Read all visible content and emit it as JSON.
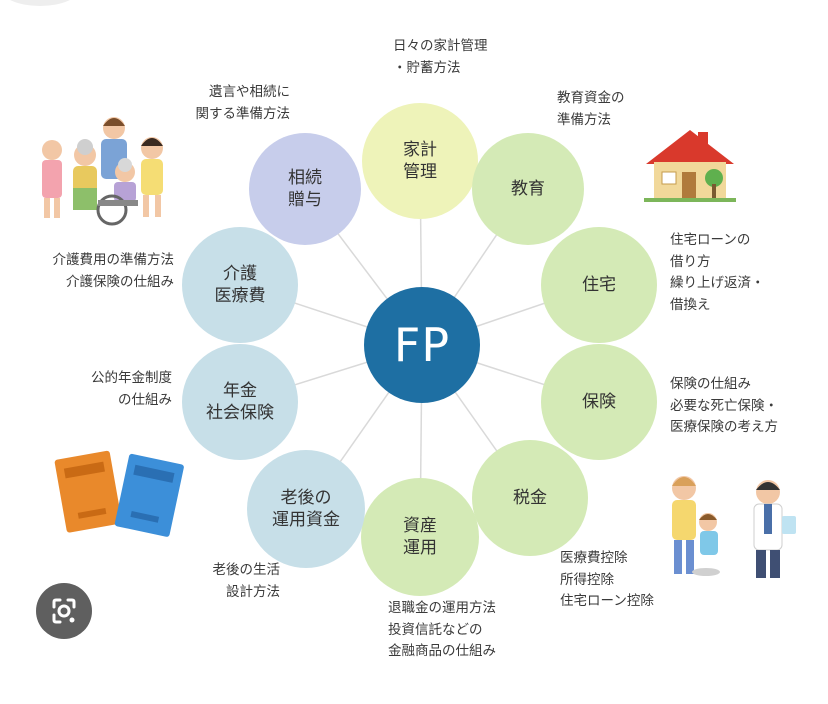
{
  "center": {
    "label": "FP",
    "color": "#1e6fa3"
  },
  "nodes": [
    {
      "id": "kakei",
      "label": "家計\n管理",
      "color": "#eef3b9"
    },
    {
      "id": "kyoiku",
      "label": "教育",
      "color": "#d4eab6"
    },
    {
      "id": "jutaku",
      "label": "住宅",
      "color": "#d4eab6"
    },
    {
      "id": "hoken",
      "label": "保険",
      "color": "#d4eab6"
    },
    {
      "id": "zeikin",
      "label": "税金",
      "color": "#d4eab6"
    },
    {
      "id": "shisan",
      "label": "資産\n運用",
      "color": "#d4eab6"
    },
    {
      "id": "rogo",
      "label": "老後の\n運用資金",
      "color": "#c7dfe8"
    },
    {
      "id": "nenkin",
      "label": "年金\n社会保険",
      "color": "#c7dfe8"
    },
    {
      "id": "kaigo",
      "label": "介護\n医療費",
      "color": "#c7dfe8"
    },
    {
      "id": "sozoku",
      "label": "相続\n贈与",
      "color": "#c7cdeb"
    }
  ],
  "notes": {
    "kakei": "日々の家計管理\n・貯蓄方法",
    "kyoiku": "教育資金の\n準備方法",
    "jutaku": "住宅ローンの\n借り方\n繰り上げ返済・\n借換え",
    "hoken": "保険の仕組み\n必要な死亡保険・\n医療保険の考え方",
    "zeikin": "医療費控除\n所得控除\n住宅ローン控除",
    "shisan": "退職金の運用方法\n投資信託などの\n金融商品の仕組み",
    "rogo": "老後の生活\n設計方法",
    "nenkin": "公的年金制度\nの仕組み",
    "kaigo": "介護費用の準備方法\n介護保険の仕組み",
    "sozoku": "遺言や相続に\n関する準備方法"
  },
  "icons": [
    "family-illustration-icon",
    "house-icon",
    "pension-books-icon",
    "doctor-patient-icon",
    "lens-search-icon"
  ]
}
